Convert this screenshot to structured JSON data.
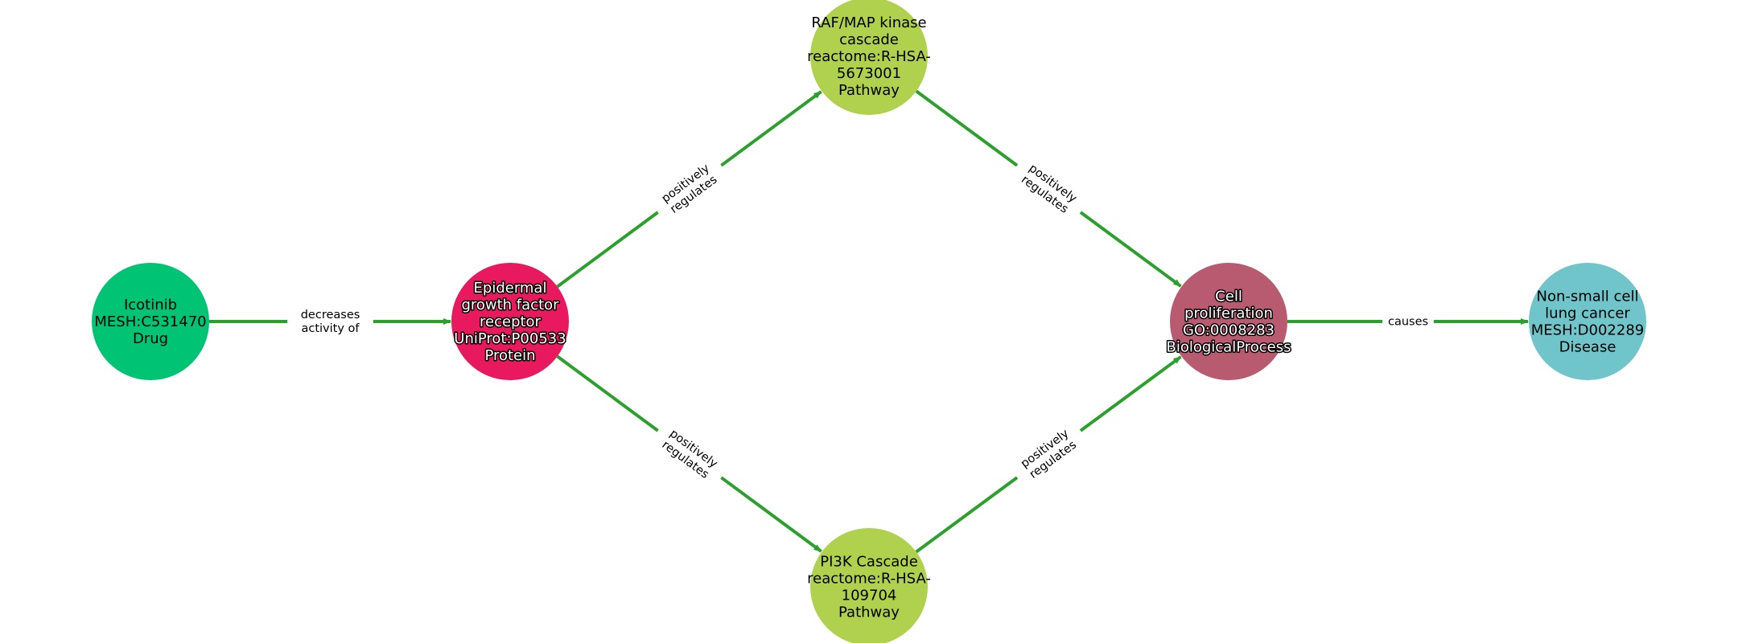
{
  "edge_color": "#2ca02c",
  "nodes": [
    {
      "id": "icotinib",
      "lines": [
        "Icotinib",
        "MESH:C531470",
        "Drug"
      ],
      "color": "#00c473",
      "halo": false
    },
    {
      "id": "egfr",
      "lines": [
        "Epidermal",
        "growth factor",
        "receptor",
        "UniProt:P00533",
        "Protein"
      ],
      "color": "#e8195f",
      "halo": true
    },
    {
      "id": "raf",
      "lines": [
        "RAF/MAP kinase",
        "cascade",
        "reactome:R-HSA-",
        "5673001",
        "Pathway"
      ],
      "color": "#afd14e",
      "halo": false
    },
    {
      "id": "pi3k",
      "lines": [
        "PI3K Cascade",
        "reactome:R-HSA-",
        "109704",
        "Pathway"
      ],
      "color": "#afd14e",
      "halo": false
    },
    {
      "id": "cell",
      "lines": [
        "Cell",
        "proliferation",
        "GO:0008283",
        "BiologicalProcess"
      ],
      "color": "#b85a70",
      "halo": true
    },
    {
      "id": "nsclc",
      "lines": [
        "Non-small cell",
        "lung cancer",
        "MESH:D002289",
        "Disease"
      ],
      "color": "#70c5ca",
      "halo": false
    }
  ],
  "edges": [
    {
      "from": "icotinib",
      "to": "egfr",
      "lines": [
        "decreases",
        "activity of"
      ]
    },
    {
      "from": "egfr",
      "to": "raf",
      "lines": [
        "positively",
        "regulates"
      ]
    },
    {
      "from": "egfr",
      "to": "pi3k",
      "lines": [
        "positively",
        "regulates"
      ]
    },
    {
      "from": "raf",
      "to": "cell",
      "lines": [
        "positively",
        "regulates"
      ]
    },
    {
      "from": "pi3k",
      "to": "cell",
      "lines": [
        "positively",
        "regulates"
      ]
    },
    {
      "from": "cell",
      "to": "nsclc",
      "lines": [
        "causes"
      ]
    }
  ]
}
